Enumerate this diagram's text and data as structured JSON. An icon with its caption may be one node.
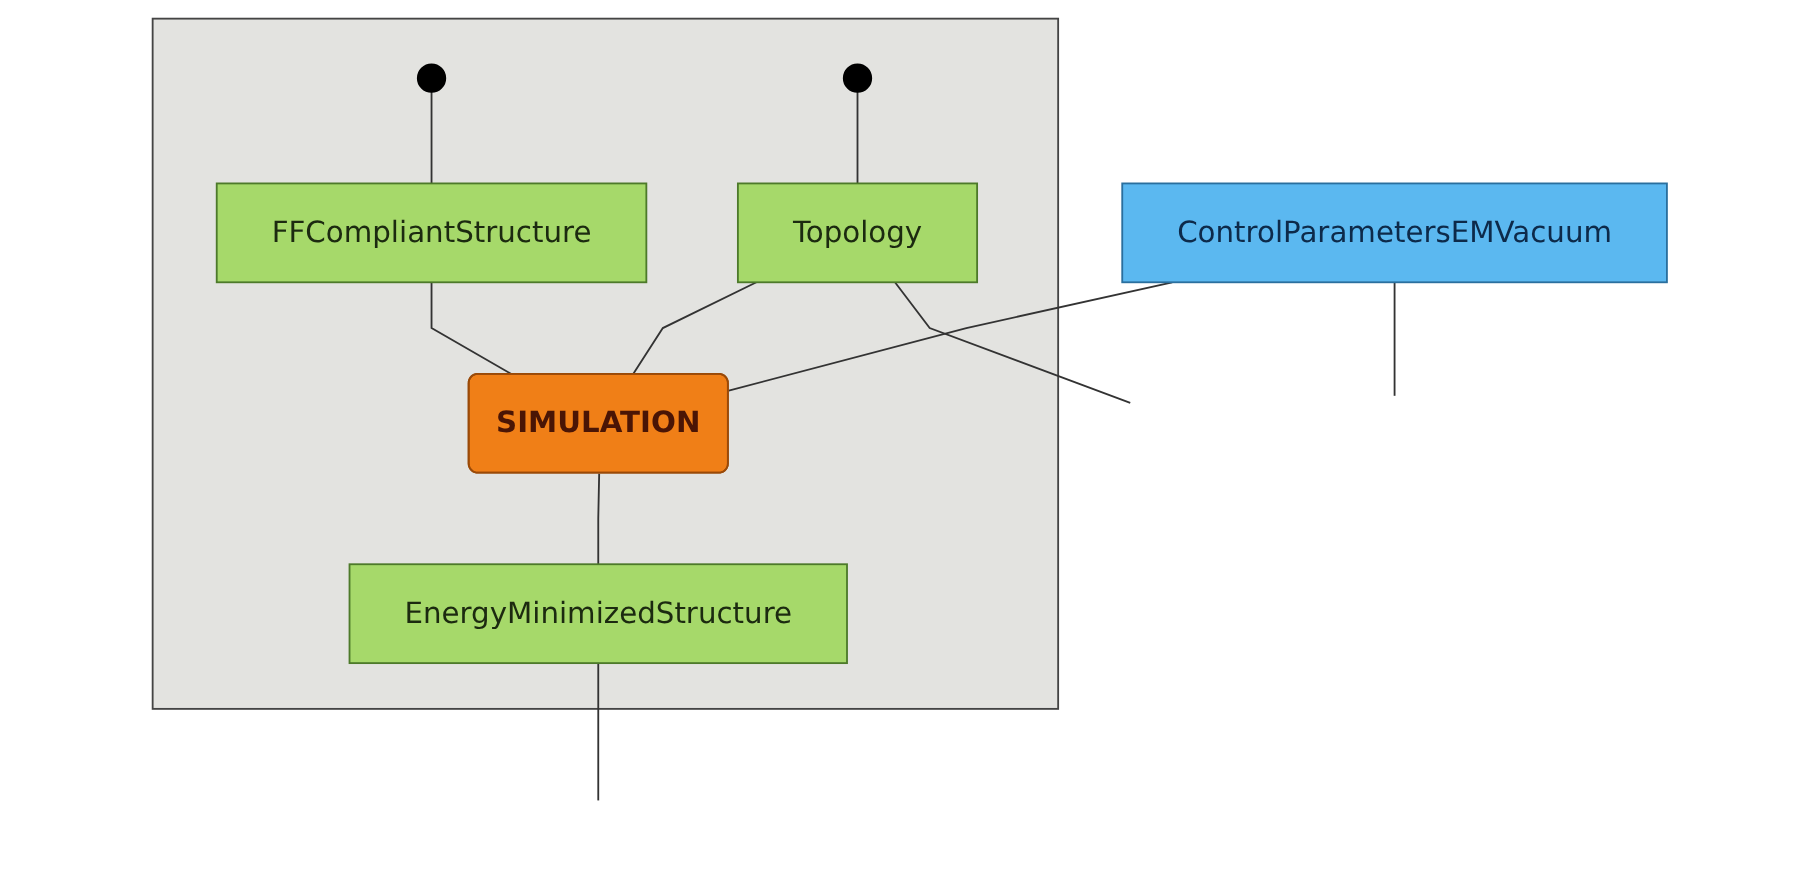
{
  "diagram": {
    "nodes": [
      {
        "text": [
          "ControlParametersEMVacuum"
        ]
      },
      {
        "text": [],
        "shape": "box"
      },
      {
        "text": [],
        "shape": "circle",
        "in": 1
      },
      {
        "text": [],
        "shape": "circle",
        "in": 1
      },
      {
        "text": [
          "FFCompliantStructure"
        ],
        "in": 1
      },
      {
        "text": [
          "Topology"
        ],
        "in": 1
      },
      {
        "text": [
          "SIMULATION"
        ],
        "in": 1
      },
      {
        "text": [
          "EnergyMinimizedStructure"
        ],
        "in": 1
      }
    ],
    "edges": [
      {
        "from": 2,
        "to": 4,
        "arrow": "none"
      },
      {
        "from": 3,
        "to": 5,
        "arrow": "none"
      },
      {
        "from": 0,
        "to": 6,
        "arrow": "none"
      },
      {
        "from": 4,
        "to": 6,
        "arrow": "none"
      },
      {
        "from": 5,
        "to": 6,
        "arrow": "none"
      },
      {
        "from": 6,
        "to": 7,
        "arrow": "none"
      },
      {
        "from": 0,
        "to": null,
        "arrow": "none"
      },
      {
        "from": 5,
        "to": null,
        "arrow": "none"
      },
      {
        "from": 7,
        "to": null,
        "arrow": "none"
      }
    ]
  }
}
